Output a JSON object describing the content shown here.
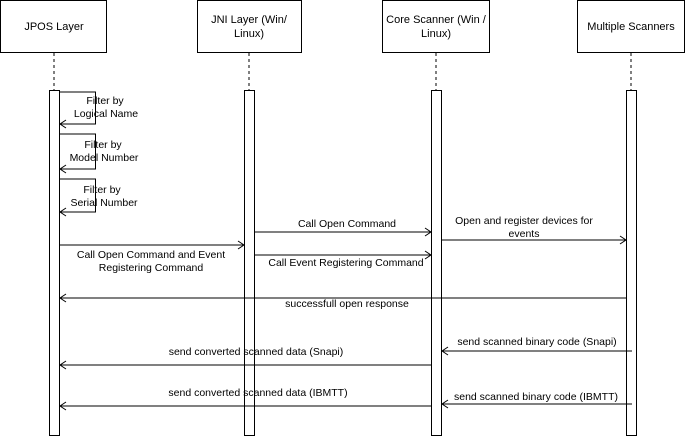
{
  "participants": [
    {
      "id": "jpos",
      "lines": [
        "JPOS Layer"
      ]
    },
    {
      "id": "jni",
      "lines": [
        "JNI Layer (Win/",
        "Linux)"
      ]
    },
    {
      "id": "core",
      "lines": [
        "Core Scanner (Win /",
        "Linux)"
      ]
    },
    {
      "id": "multi",
      "lines": [
        "Multiple Scanners"
      ]
    }
  ],
  "self_messages": [
    {
      "id": "filter-logical-name",
      "lines": [
        "Filter by",
        "Logical Name"
      ]
    },
    {
      "id": "filter-model-number",
      "lines": [
        "Filter by",
        "Model Number"
      ]
    },
    {
      "id": "filter-serial-number",
      "lines": [
        "Filter by",
        "Serial Number"
      ]
    }
  ],
  "messages": [
    {
      "id": "call-open-command",
      "from": "jni",
      "to": "core",
      "lines": [
        "Call Open Command"
      ]
    },
    {
      "id": "open-register-devices",
      "from": "core",
      "to": "multi",
      "lines": [
        "Open and register devices for",
        "events"
      ]
    },
    {
      "id": "call-open-and-register",
      "from": "jpos",
      "to": "jni",
      "lines": [
        "Call Open Command and  Event",
        "Registering Command"
      ]
    },
    {
      "id": "call-event-registering",
      "from": "jni",
      "to": "core",
      "lines": [
        "Call Event Registering Command"
      ]
    },
    {
      "id": "successfull-open-response",
      "from": "multi",
      "to": "jpos",
      "lines": [
        "successfull open response"
      ]
    },
    {
      "id": "send-binary-snapi",
      "from": "multi",
      "to": "core",
      "lines": [
        "send scanned binary code (Snapi)"
      ]
    },
    {
      "id": "send-converted-snapi",
      "from": "core",
      "to": "jpos",
      "lines": [
        "send converted scanned data (Snapi)"
      ]
    },
    {
      "id": "send-converted-ibmtt",
      "from": "core",
      "to": "jpos",
      "lines": [
        "send converted scanned data (IBMTT)"
      ]
    },
    {
      "id": "send-binary-ibmtt",
      "from": "multi",
      "to": "core",
      "lines": [
        "send scanned binary code (IBMTT)"
      ]
    }
  ]
}
